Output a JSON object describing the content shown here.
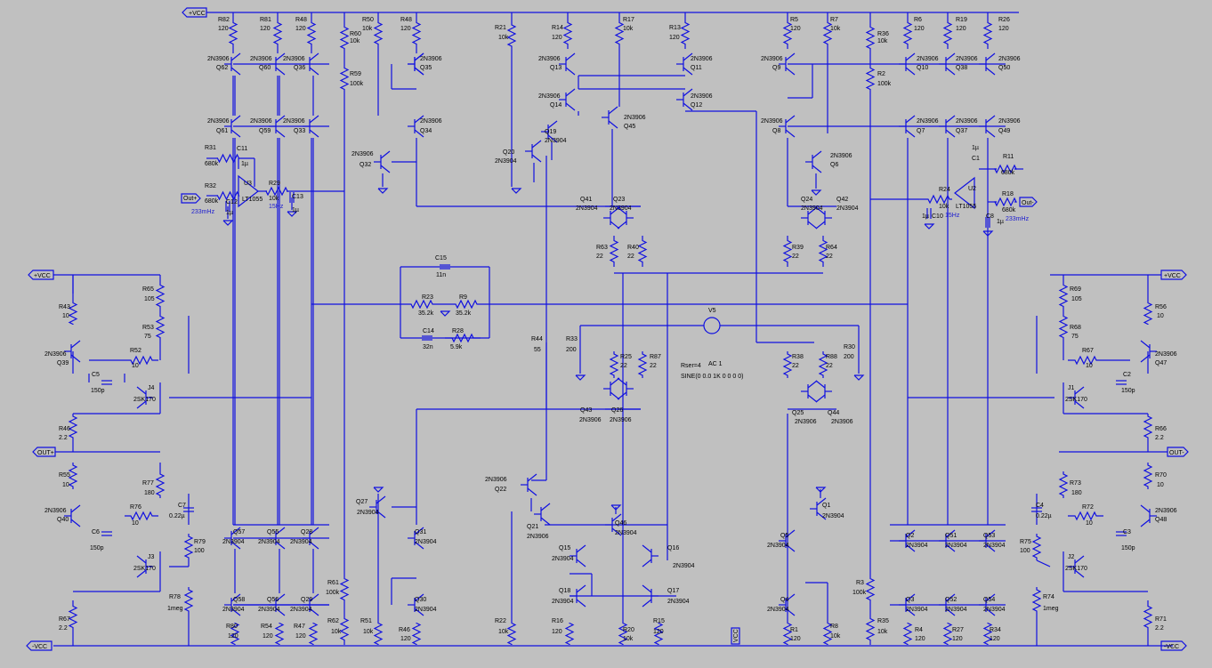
{
  "nets": {
    "pos_vcc": "+VCC",
    "neg_vcc": "-VCC",
    "out_plus": "OUT+",
    "out_minus": "OUT-",
    "out_mid_left": "Out+",
    "out_mid_right": "Out-"
  },
  "labels": {
    "r82": "R82",
    "r82v": "120",
    "r81": "R81",
    "r81v": "120",
    "r48": "R48",
    "r48v": "120",
    "r60": "R60",
    "r60v": "10k",
    "r50": "R50",
    "r50v": "10k",
    "r49": "R48",
    "r49v": "120",
    "r59": "R59",
    "r59v": "100k",
    "r21": "R21",
    "r21v": "10k",
    "r14": "R14",
    "r14v": "120",
    "r17": "R17",
    "r17v": "10k",
    "r13": "R13",
    "r13v": "120",
    "r5": "R5",
    "r5v": "120",
    "r7": "R7",
    "r7v": "10k",
    "r36": "R36",
    "r36v": "10k",
    "r6": "R6",
    "r6v": "120",
    "r19": "R19",
    "r19v": "120",
    "r26": "R26",
    "r26v": "120",
    "r2": "R2",
    "r2v": "100k",
    "q62": "Q62",
    "q60": "Q60",
    "q36": "Q36",
    "q35": "Q35",
    "q61": "Q61",
    "q59": "Q59",
    "q33": "Q33",
    "q34": "Q34",
    "q32": "Q32",
    "q13": "Q13",
    "q11": "Q11",
    "q14": "Q14",
    "q12": "Q12",
    "q45": "Q45",
    "q19": "Q19",
    "q20": "Q20",
    "q9": "Q9",
    "q10": "Q10",
    "q38": "Q38",
    "q50": "Q50",
    "q8": "Q8",
    "q7": "Q7",
    "q37": "Q37",
    "q49": "Q49",
    "q6": "Q6",
    "q41": "Q41",
    "q23": "Q23",
    "q24": "Q24",
    "q42": "Q42",
    "q43": "Q43",
    "q26": "Q26",
    "q25": "Q25",
    "q44": "Q44",
    "pnp": "2N3906",
    "npn": "2N3904",
    "r31": "R31",
    "r31v": "680k",
    "r32": "R32",
    "r32v": "680k",
    "c11": "C11",
    "c11v": "1µ",
    "u3": "U3",
    "u3v": "LT1055",
    "r29": "R29",
    "r29v": "10k",
    "c13": "C13",
    "c13v": "1µ",
    "c12": "C12",
    "c12v": "1µ",
    "f233": "233mHz",
    "f15": "15Hz",
    "c1": "C1",
    "c1v": "1µ",
    "r11": "R11",
    "r11v": "680k",
    "u2": "U2",
    "u2v": "LT1055",
    "r24": "R24",
    "r24v": "10k",
    "r18": "R18",
    "r18v": "680k",
    "c10": "C10",
    "c10v": "1µ",
    "c8": "C8",
    "c8v": "1µ",
    "r63": "R63",
    "r63v": "22",
    "r40": "R40",
    "r40v": "22",
    "r39": "R39",
    "r39v": "22",
    "r64": "R64",
    "r64v": "22",
    "c15": "C15",
    "c15v": "11n",
    "r23": "R23",
    "r23v": "35.2k",
    "r9": "R9",
    "r9v": "35.2k",
    "c14": "C14",
    "c14v": "32n",
    "r28": "R28",
    "r28v": "5.9k",
    "v5": "V5",
    "rser": "Rser=4",
    "ac": "AC 1",
    "sine": "SINE(0 0.0 1K 0 0 0 0)",
    "r44": "R44",
    "r44v": "55",
    "r33": "R33",
    "r33v": "200",
    "r25": "R25",
    "r25v": "22",
    "r87": "R87",
    "r87v": "22",
    "r38": "R38",
    "r38v": "22",
    "r88": "R88",
    "r88v": "22",
    "r30": "R30",
    "r30v": "200",
    "r43": "R43",
    "r43v": "10",
    "r65": "R65",
    "r65v": "105",
    "r53": "R53",
    "r53v": "75",
    "q39": "Q39",
    "r52": "R52",
    "r52v": "10",
    "c5": "C5",
    "c5v": "150p",
    "j4": "J4",
    "jfet": "2SK170",
    "r46": "R46",
    "r46v": "2.2",
    "r55": "R55",
    "r55v": "10",
    "r77": "R77",
    "r77v": "180",
    "q40": "Q40",
    "r76": "R76",
    "r76v": "10",
    "c6": "C6",
    "c6v": "150p",
    "c7": "C7",
    "c7v": "0.22µ",
    "r79": "R79",
    "r79v": "100",
    "j3": "J3",
    "r78": "R78",
    "r78v": "1meg",
    "r67": "R67",
    "r67v": "2.2",
    "r69": "R69",
    "r69v": "105",
    "r56": "R56",
    "r56v": "10",
    "r68": "R68",
    "r68v": "75",
    "r67b": "R67",
    "r67bv": "10",
    "q47": "Q47",
    "c2": "C2",
    "c2v": "150p",
    "j1": "J1",
    "r66": "R66",
    "r66v": "2.2",
    "r73": "R73",
    "r73v": "180",
    "r70": "R70",
    "r70v": "10",
    "c4": "C4",
    "c4v": "0.22µ",
    "r72": "R72",
    "r72v": "10",
    "q48": "Q48",
    "r75": "R75",
    "r75v": "100",
    "c3": "C3",
    "c3v": "150p",
    "j2": "J2",
    "r74": "R74",
    "r74v": "1meg",
    "r71": "R71",
    "r71v": "2.2",
    "q27": "Q27",
    "q31": "Q31",
    "q30": "Q30",
    "q57": "Q57",
    "q55": "Q55",
    "q28": "Q28",
    "q58": "Q58",
    "q56": "Q56",
    "q29": "Q29",
    "r61": "R61",
    "r61v": "100k",
    "r62": "R62",
    "r62v": "10k",
    "r51": "R51",
    "r51v": "10k",
    "r80": "R80",
    "r80v": "120",
    "r54": "R54",
    "r54v": "120",
    "r47": "R47",
    "r47v": "120",
    "r46b": "R46",
    "r46bv": "120",
    "q22": "Q22",
    "q21": "Q21",
    "q46": "Q46",
    "q15": "Q15",
    "q16": "Q16",
    "q18": "Q18",
    "q17": "Q17",
    "r22": "R22",
    "r22v": "10k",
    "r16": "R16",
    "r16v": "120",
    "r20": "R20",
    "r20v": "10k",
    "r15": "R15",
    "r15v": "120",
    "q1": "Q1",
    "q5": "Q5",
    "q2": "Q2",
    "q51": "Q51",
    "q53": "Q53",
    "q4": "Q4",
    "q3": "Q3",
    "q52": "Q52",
    "q54": "Q54",
    "r3": "R3",
    "r3v": "100k",
    "r1": "R1",
    "r1v": "120",
    "r8": "R8",
    "r8v": "10k",
    "r35": "R35",
    "r35v": "10k",
    "r4": "R4",
    "r4v": "120",
    "r27": "R27",
    "r27v": "120",
    "r34": "R34",
    "r34v": "120",
    "vcc_bot": "VCC"
  },
  "colors": {
    "wire": "#1010e0",
    "background": "#c0c0c0",
    "text": "#000000"
  }
}
